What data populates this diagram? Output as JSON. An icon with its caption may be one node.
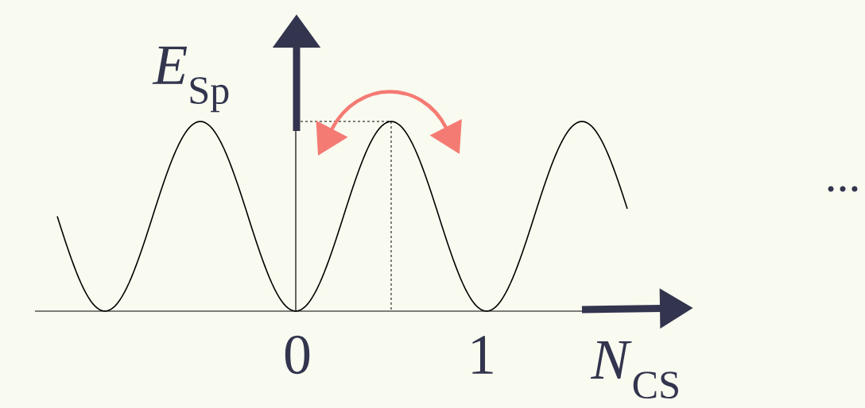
{
  "diagram": {
    "labels": [
      "*E*$_{Sp}$",
      "0",
      "1",
      "*N*$_{CS}$",
      "..."
    ]
  }
}
